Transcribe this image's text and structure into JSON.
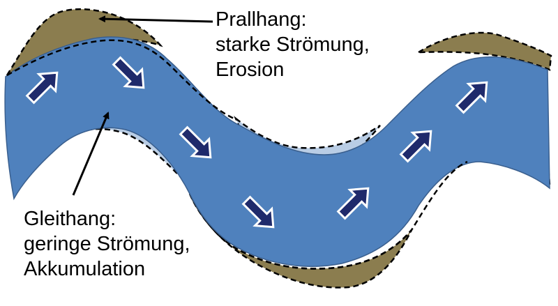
{
  "colors": {
    "water": "#4f81bd",
    "deposit": "#b9cde5",
    "erosion": "#8b7d4f",
    "arrow_fill": "#1f2a6b",
    "arrow_outline": "#ffffff",
    "outline": "#000000"
  },
  "icons": {
    "flow_arrow": "flow-direction-arrow-icon",
    "pointer": "pointer-arrow-icon"
  },
  "labels": {
    "prallhang": {
      "title": "Prallhang:",
      "line1": "starke Strömung,",
      "line2": "Erosion"
    },
    "gleithang": {
      "title": "Gleithang:",
      "line1": "geringe Strömung,",
      "line2": "Akkumulation"
    }
  }
}
